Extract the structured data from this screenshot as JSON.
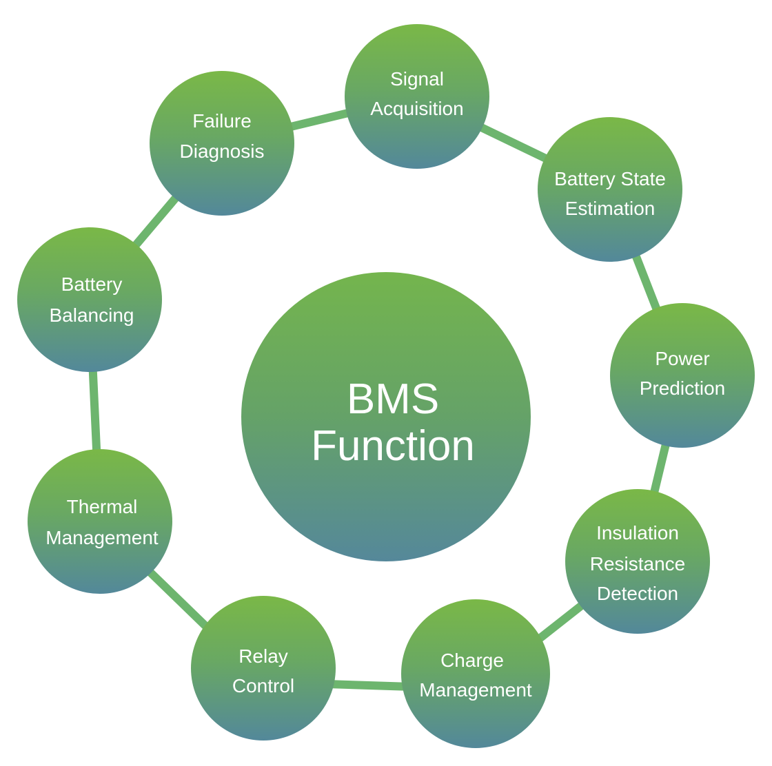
{
  "center": {
    "lines": [
      "BMS",
      "Function"
    ]
  },
  "functions": [
    {
      "lines": [
        "Signal",
        "Acquisition"
      ]
    },
    {
      "lines": [
        "Battery State",
        "Estimation"
      ]
    },
    {
      "lines": [
        "Power",
        "Prediction"
      ]
    },
    {
      "lines": [
        "Insulation",
        "Resistance",
        "Detection"
      ]
    },
    {
      "lines": [
        "Charge",
        "Management"
      ]
    },
    {
      "lines": [
        "Relay",
        "Control"
      ]
    },
    {
      "lines": [
        "Thermal",
        "Management"
      ]
    },
    {
      "lines": [
        "Battery",
        "Balancing"
      ]
    },
    {
      "lines": [
        "Failure",
        "Diagnosis"
      ]
    }
  ],
  "colors": {
    "ring": "#6db56e",
    "gradient_top": "#7ab847",
    "gradient_bottom": "#53889a",
    "text": "#ffffff",
    "background": "#ffffff"
  }
}
